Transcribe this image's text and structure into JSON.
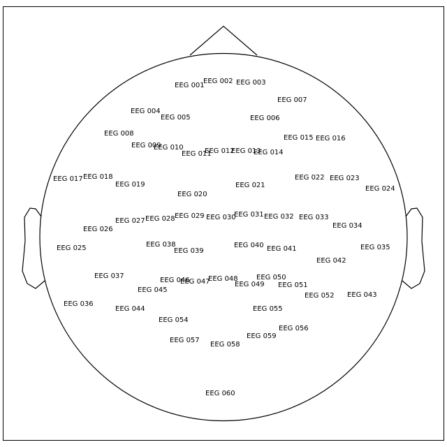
{
  "figure": {
    "channels": [
      "EEG 001",
      "EEG 002",
      "EEG 003",
      "EEG 004",
      "EEG 005",
      "EEG 006",
      "EEG 007",
      "EEG 008",
      "EEG 009",
      "EEG 010",
      "EEG 011",
      "EEG 012",
      "EEG 013",
      "EEG 014",
      "EEG 015",
      "EEG 016",
      "EEG 017",
      "EEG 018",
      "EEG 019",
      "EEG 020",
      "EEG 021",
      "EEG 022",
      "EEG 023",
      "EEG 024",
      "EEG 025",
      "EEG 026",
      "EEG 027",
      "EEG 028",
      "EEG 029",
      "EEG 030",
      "EEG 031",
      "EEG 032",
      "EEG 033",
      "EEG 034",
      "EEG 035",
      "EEG 036",
      "EEG 037",
      "EEG 038",
      "EEG 039",
      "EEG 040",
      "EEG 041",
      "EEG 042",
      "EEG 043",
      "EEG 044",
      "EEG 045",
      "EEG 046",
      "EEG 047",
      "EEG 048",
      "EEG 049",
      "EEG 050",
      "EEG 051",
      "EEG 052",
      "EEG 054",
      "EEG 055",
      "EEG 056",
      "EEG 057",
      "EEG 058",
      "EEG 059",
      "EEG 060"
    ]
  }
}
